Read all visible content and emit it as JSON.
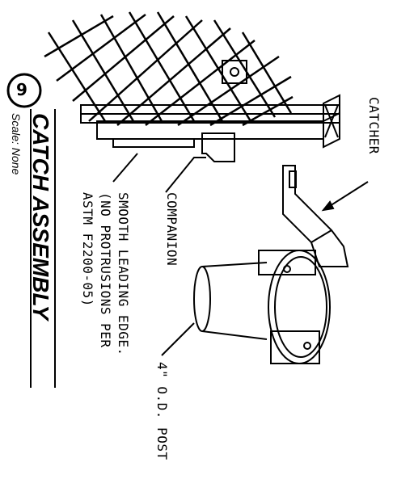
{
  "drawing": {
    "detail_number": "9",
    "title": "CATCH ASSEMBLY",
    "scale": "Scale: None"
  },
  "callouts": {
    "catcher": "CATCHER",
    "companion": "COMPANION",
    "post": "4\" O.D. POST",
    "note_line1": "SMOOTH LEADING EDGE.",
    "note_line2": "(NO PROTRUSIONS PER",
    "note_line3": "ASTM F2200-05)"
  }
}
